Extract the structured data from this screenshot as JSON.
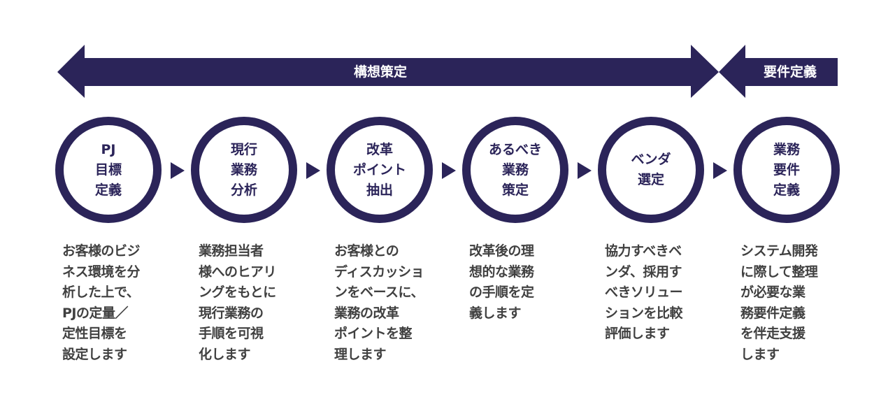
{
  "colors": {
    "primary": "#2b2459",
    "text": "#404040"
  },
  "phases": [
    {
      "label": "構想策定"
    },
    {
      "label": "要件定義"
    }
  ],
  "steps": [
    {
      "title": "PJ\n目標\n定義",
      "description": "お客様のビジ\nネス環境を分\n析した上で、\nPJの定量／\n定性目標を\n設定します"
    },
    {
      "title": "現行\n業務\n分析",
      "description": "業務担当者\n様へのヒアリ\nングをもとに\n現行業務の\n手順を可視\n化します"
    },
    {
      "title": "改革\nポイント\n抽出",
      "description": "お客様との\nディスカッショ\nンをベースに、\n業務の改革\nポイントを整\n理します"
    },
    {
      "title": "あるべき\n業務\n策定",
      "description": "改革後の理\n想的な業務\nの手順を定\n義します"
    },
    {
      "title": "ベンダ\n選定",
      "description": "協力すべきベ\nンダ、採用す\nべきソリュー\nションを比較\n評価します"
    },
    {
      "title": "業務\n要件\n定義",
      "description": "システム開発\nに際して整理\nが必要な業\n務要件定義\nを伴走支援\nします"
    }
  ]
}
